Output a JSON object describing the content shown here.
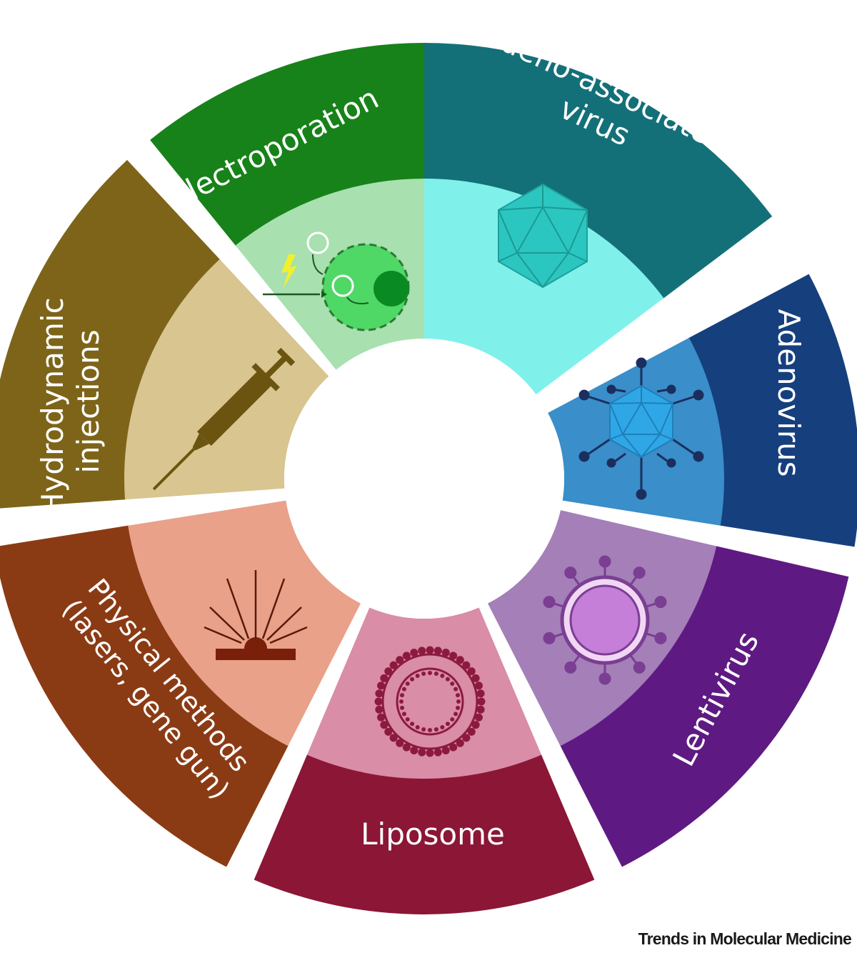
{
  "segments": [
    {
      "id": "aav",
      "lines": [
        "Adeno-associated",
        "virus"
      ],
      "outer": "#137078",
      "inner": "#80f0ea",
      "icon": "icosahedron-icon"
    },
    {
      "id": "adenovirus",
      "lines": [
        "Adenovirus"
      ],
      "outer": "#163f7e",
      "inner": "#3a8ec9",
      "icon": "adenovirus-icon"
    },
    {
      "id": "lentivirus",
      "lines": [
        "Lentivirus"
      ],
      "outer": "#5e1a82",
      "inner": "#a47fb8",
      "icon": "lentivirus-icon"
    },
    {
      "id": "liposome",
      "lines": [
        "Liposome"
      ],
      "outer": "#8b1636",
      "inner": "#d98da6",
      "icon": "liposome-icon"
    },
    {
      "id": "physical",
      "lines": [
        "Physical methods",
        "(lasers, gene gun)"
      ],
      "outer": "#8b3b14",
      "inner": "#e9a189",
      "icon": "laser-icon"
    },
    {
      "id": "hydro",
      "lines": [
        "Hydrodynamic",
        "injections"
      ],
      "outer": "#7d6418",
      "inner": "#d8c590",
      "icon": "syringe-icon"
    },
    {
      "id": "electro",
      "lines": [
        "Electroporation"
      ],
      "outer": "#178219",
      "inner": "#a8e0b0",
      "icon": "electroporation-icon"
    }
  ],
  "credit": "Trends in Molecular Medicine"
}
